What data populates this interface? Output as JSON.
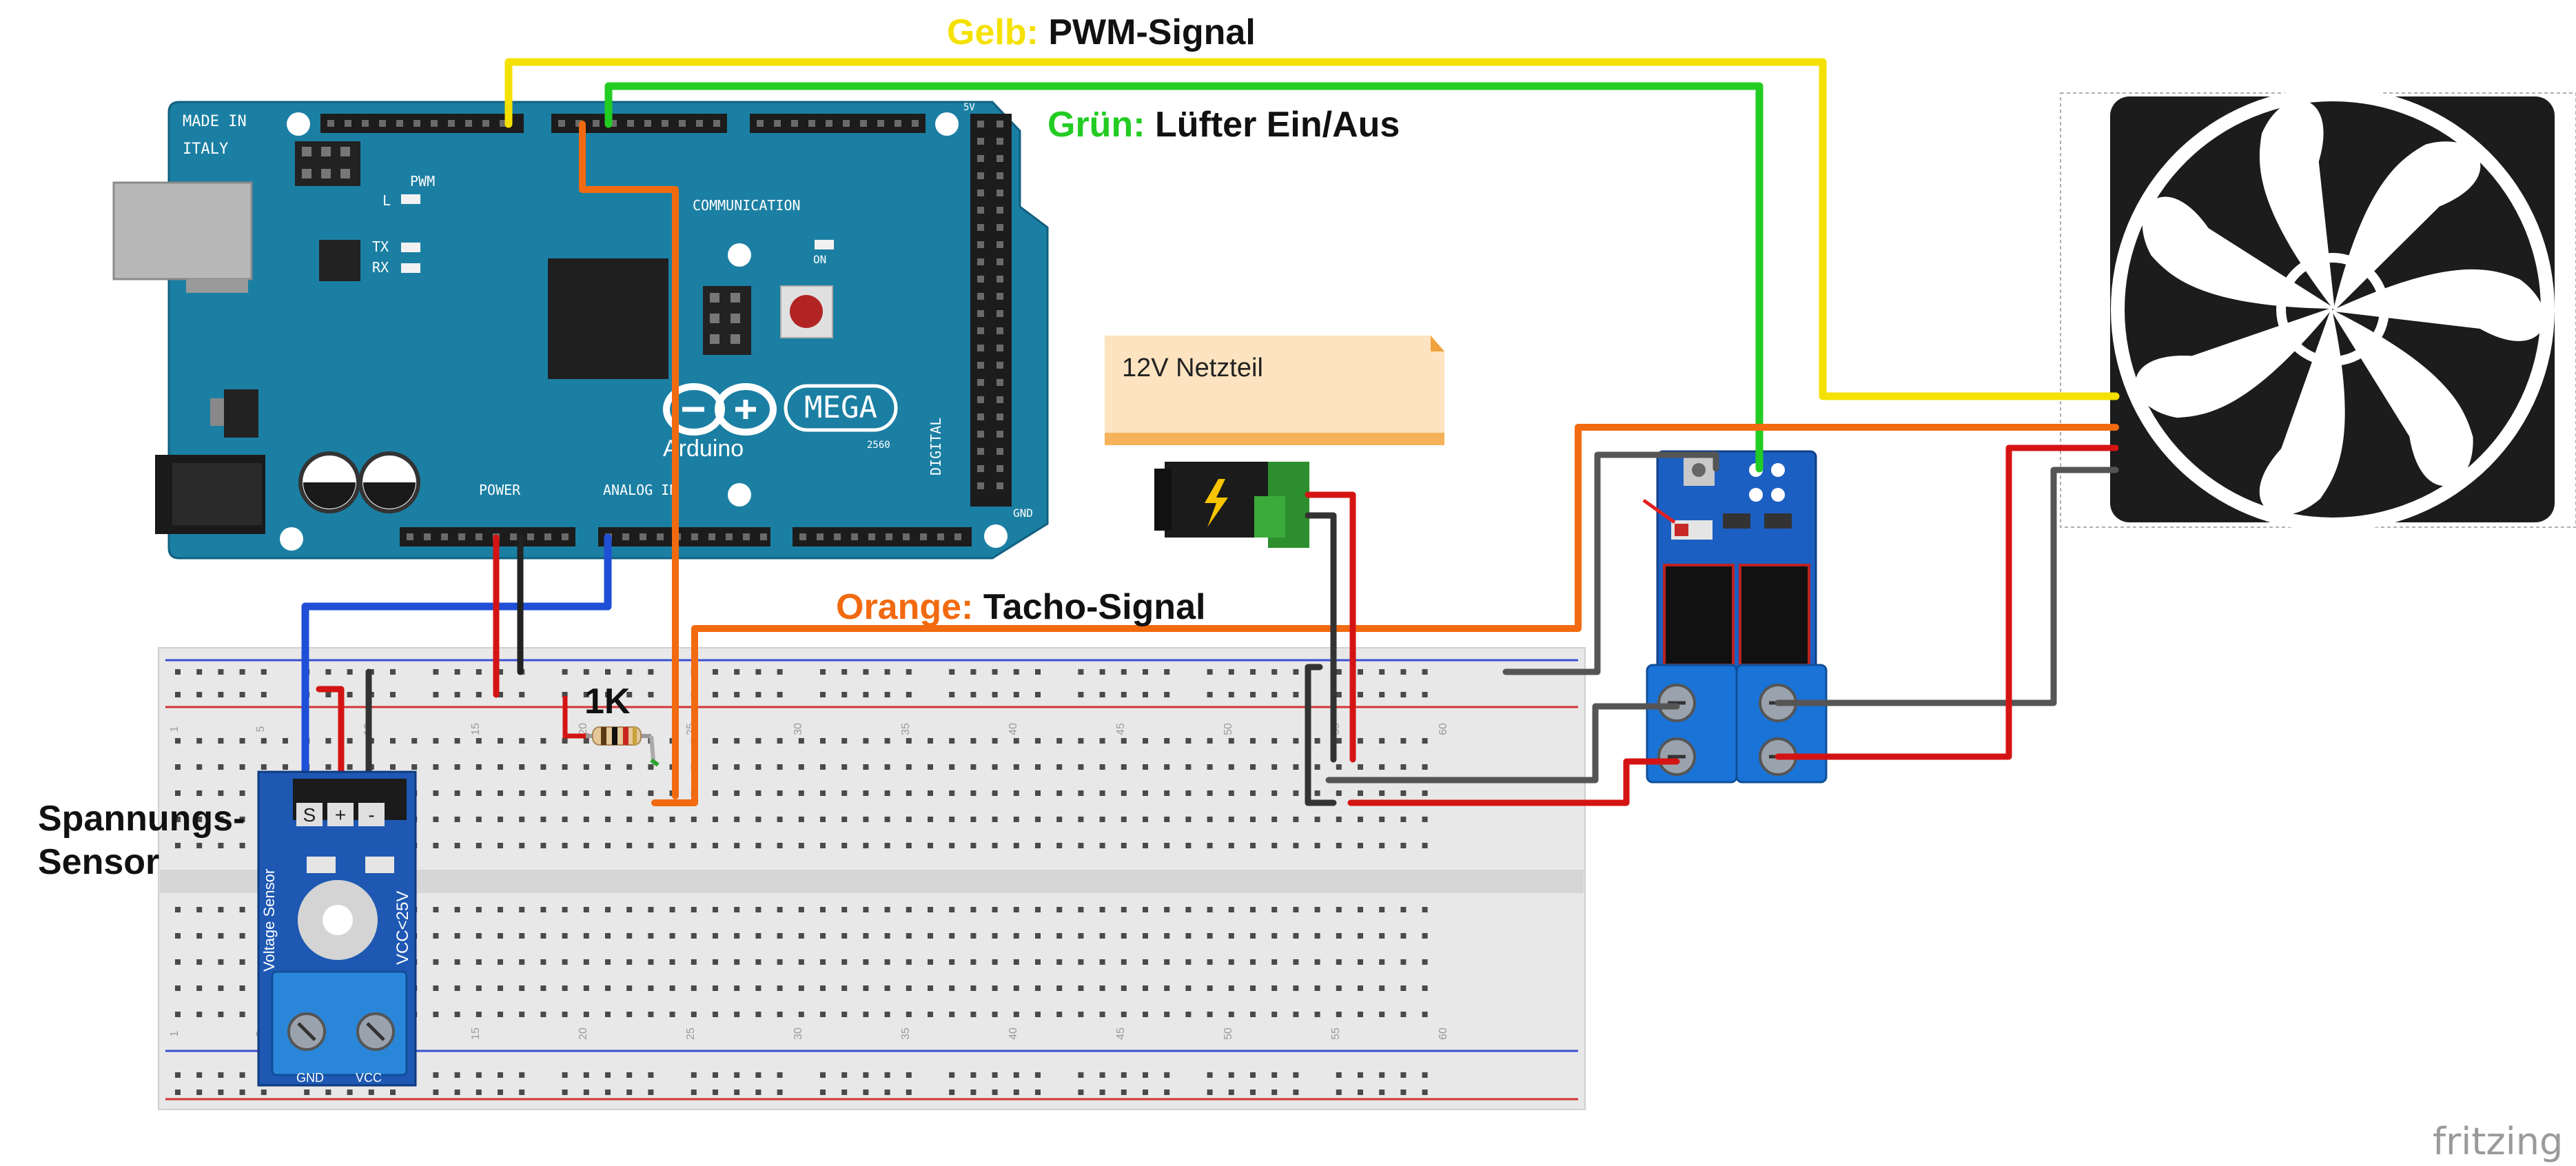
{
  "labels": {
    "yellow": {
      "color_word": "Gelb:",
      "text": "PWM-Signal",
      "color": "#f5e100"
    },
    "green": {
      "color_word": "Grün:",
      "text": "Lüfter Ein/Aus",
      "color": "#22cc22"
    },
    "orange": {
      "color_word": "Orange:",
      "text": "Tacho-Signal",
      "color": "#f26a0f"
    },
    "resistor": "1K",
    "sensor": {
      "line1": "Spannungs-",
      "line2": "Sensor"
    }
  },
  "arduino": {
    "made_in_line1": "MADE IN",
    "made_in_line2": "ITALY",
    "pwm": "PWM",
    "l": "L",
    "tx": "TX",
    "rx": "RX",
    "on": "ON",
    "communication": "COMMUNICATION",
    "digital": "DIGITAL",
    "power": "POWER",
    "analog_in": "ANALOG IN",
    "mega": "MEGA",
    "brand": "Arduino",
    "model_number": "2560",
    "gnd": "GND",
    "five_v": "5V"
  },
  "power_supply": {
    "label": "12V Netzteil"
  },
  "voltage_sensor": {
    "name": "Voltage Sensor",
    "vcc_rating": "VCC<25V",
    "pin_s": "S",
    "pin_plus": "+",
    "pin_minus": "-",
    "term_gnd": "GND",
    "term_vcc": "VCC"
  },
  "breadboard": {
    "column_numbers": [
      "1",
      "5",
      "10",
      "15",
      "20",
      "25",
      "30",
      "35",
      "40",
      "45",
      "50",
      "55",
      "60"
    ]
  },
  "watermark": "fritzing",
  "colors": {
    "arduino_board": "#1b7fa3",
    "breadboard": "#e6e6e6",
    "wire_red": "#d41414",
    "wire_black": "#333333",
    "wire_blue": "#1f4fd6",
    "wire_gray": "#555555"
  }
}
